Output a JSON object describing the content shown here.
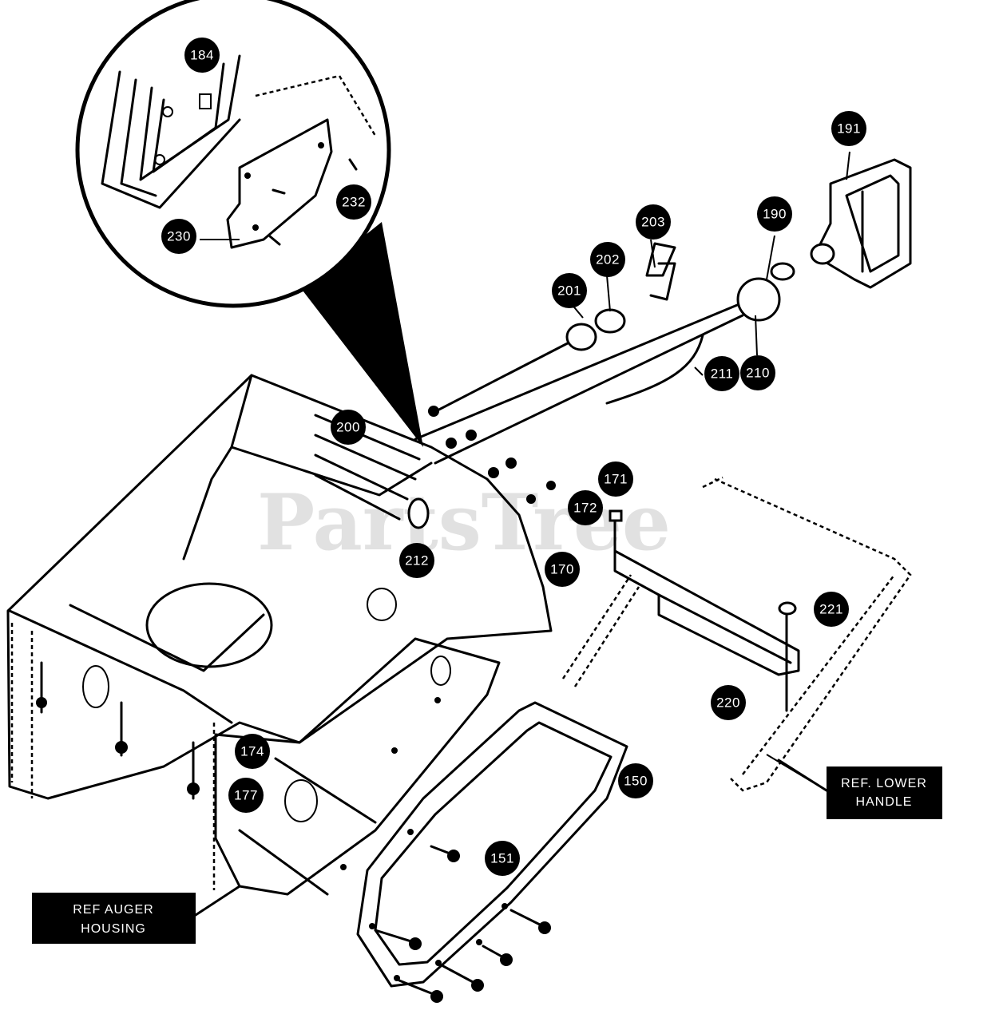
{
  "callouts": [
    "184",
    "232",
    "230",
    "191",
    "190",
    "203",
    "202",
    "201",
    "211",
    "210",
    "200",
    "171",
    "172",
    "212",
    "170",
    "221",
    "220",
    "174",
    "150",
    "177",
    "151"
  ],
  "ref_labels": {
    "lower_handle": {
      "line1": "REF. LOWER",
      "line2": "HANDLE"
    },
    "auger_housing": {
      "line1": "REF AUGER",
      "line2": "HOUSING"
    }
  },
  "watermark": "PartsTree"
}
